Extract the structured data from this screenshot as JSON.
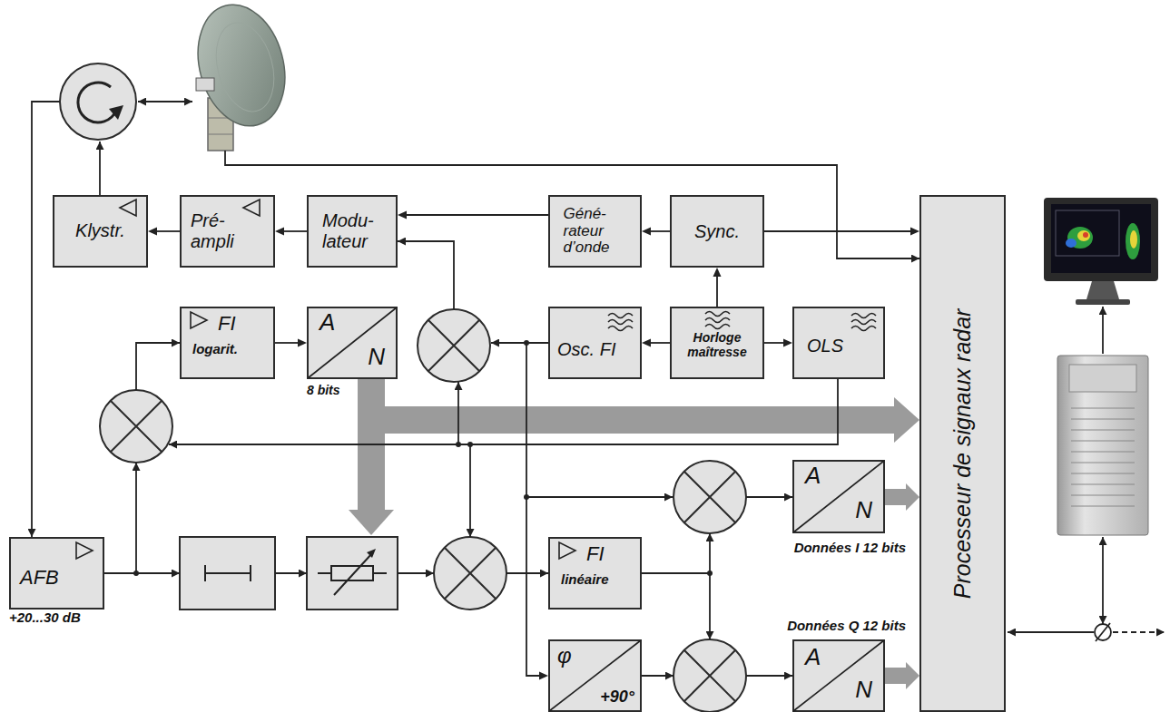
{
  "diagram": {
    "nodes": [
      {
        "text": [
          "Klystr."
        ]
      },
      {
        "text": [
          "Pré- ampli"
        ]
      },
      {
        "text": [
          "Modu- lateur"
        ]
      },
      {
        "text": [
          "Géné- rateur d’onde"
        ]
      },
      {
        "text": [
          "Sync."
        ]
      },
      {
        "text": [
          "Processeur de signaux radar"
        ]
      },
      {
        "text": [
          "FI",
          "logarit."
        ]
      },
      {
        "text": [
          "A",
          "N",
          "8 bits"
        ]
      },
      {
        "text": [
          "Osc. FI"
        ]
      },
      {
        "text": [
          "Horloge maîtresse"
        ]
      },
      {
        "text": [
          "OLS"
        ]
      },
      {
        "text": [
          "A",
          "N",
          "Données I 12 bits"
        ]
      },
      {
        "text": [
          "AFB",
          "+20...30 dB"
        ]
      },
      {
        "text": [
          "FI",
          "linéaire"
        ]
      },
      {
        "text": [
          "φ",
          "+90°"
        ]
      },
      {
        "text": [
          "Données Q 12 bits",
          "A",
          "N"
        ]
      }
    ],
    "edges": [
      {
        "from": 1,
        "to": 0,
        "arrow": "to"
      },
      {
        "from": 2,
        "to": 1,
        "arrow": "to"
      },
      {
        "from": 3,
        "to": 2,
        "arrow": "to"
      },
      {
        "from": 4,
        "to": 3,
        "arrow": "to"
      },
      {
        "from": 9,
        "to": 4,
        "arrow": "to"
      },
      {
        "from": 4,
        "to": 5,
        "arrow": "to"
      },
      {
        "from": 9,
        "to": 8,
        "arrow": "to"
      },
      {
        "from": 9,
        "to": 10,
        "arrow": "to"
      },
      {
        "from": 6,
        "to": 7,
        "arrow": "to"
      },
      {
        "from": 7,
        "to": 5,
        "arrow": "to"
      },
      {
        "from": 11,
        "to": 5,
        "arrow": "to"
      },
      {
        "from": 15,
        "to": 5,
        "arrow": "to"
      },
      {
        "from": 8,
        "to": 14,
        "arrow": "to"
      }
    ]
  }
}
